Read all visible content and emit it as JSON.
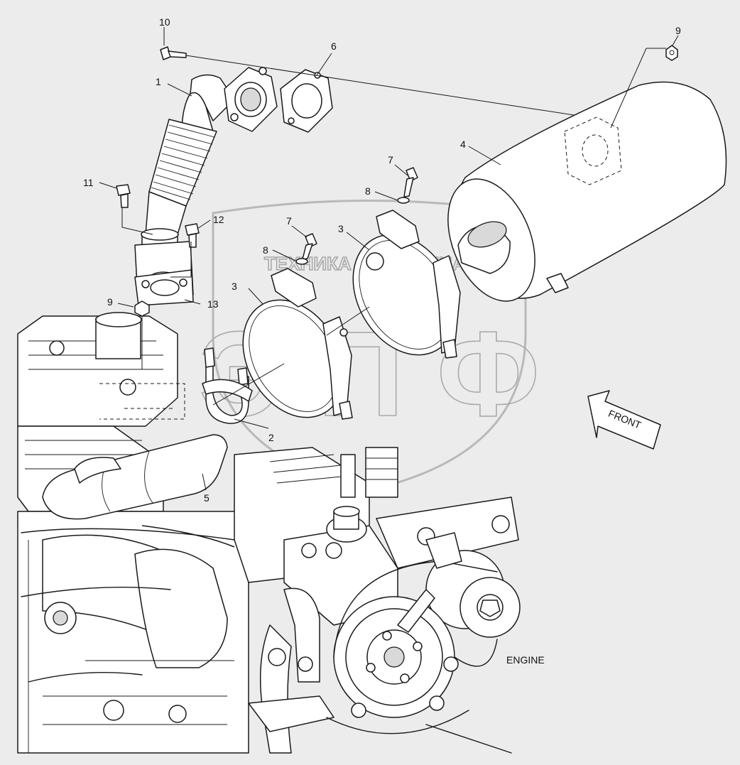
{
  "callouts": [
    {
      "id": "c10",
      "text": "10"
    },
    {
      "id": "c9a",
      "text": "9"
    },
    {
      "id": "c1",
      "text": "1"
    },
    {
      "id": "c6",
      "text": "6"
    },
    {
      "id": "c4",
      "text": "4"
    },
    {
      "id": "c11",
      "text": "11"
    },
    {
      "id": "c12",
      "text": "12"
    },
    {
      "id": "c7a",
      "text": "7"
    },
    {
      "id": "c8a",
      "text": "8"
    },
    {
      "id": "c7b",
      "text": "7"
    },
    {
      "id": "c8b",
      "text": "8"
    },
    {
      "id": "c3a",
      "text": "3"
    },
    {
      "id": "c3b",
      "text": "3"
    },
    {
      "id": "c9b",
      "text": "9"
    },
    {
      "id": "c13",
      "text": "13"
    },
    {
      "id": "c2",
      "text": "2"
    },
    {
      "id": "c5",
      "text": "5"
    }
  ],
  "labels": {
    "front": "FRONT",
    "engine": "ENGINE"
  },
  "watermark": {
    "line1_left": "ТЕХНИКА",
    "line1_right": "ЗАПЧАСТИ",
    "monogram": "ЭПФ"
  }
}
